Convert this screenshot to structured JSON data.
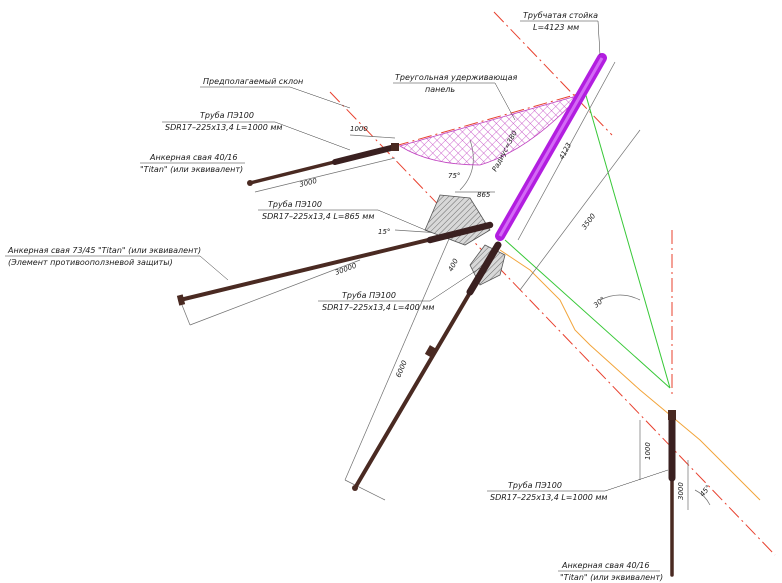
{
  "colors": {
    "background": "#ffffff",
    "rod": "#4a2a22",
    "purple_strut": "#b21ee0",
    "red_dash": "#e8402e",
    "green_line": "#37c837",
    "orange_line": "#f2a43a",
    "dim_line": "#707070",
    "mesh": "#c040c0",
    "hatch": "#8a8a8a"
  },
  "labels": {
    "strut_title": "Трубчатая стойка",
    "strut_length": "L=4123 мм",
    "slope": "Предполагаемый склон",
    "panel_1": "Треугольная удерживающая",
    "panel_2": "панель",
    "pipe_top_1": "Труба ПЭ100",
    "pipe_top_2": "SDR17–225x13,4  L=1000 мм",
    "anchor_left_1": "Анкерная свая 40/16",
    "anchor_left_2": "\"Titan\" (или эквивалент)",
    "pipe_mid_1": "Труба ПЭ100",
    "pipe_mid_2": "SDR17–225x13,4  L=865 мм",
    "anchor_long_1": "Анкерная свая 73/45 \"Titan\" (или эквивалент)",
    "anchor_long_2": "(Элемент противооползневой защиты)",
    "pipe_low_1": "Труба ПЭ100",
    "pipe_low_2": "SDR17–225x13,4  L=400 мм",
    "pipe_right_1": "Труба ПЭ100",
    "pipe_right_2": "SDR17–225x13,4  L=1000 мм",
    "anchor_right_1": "Анкерная свая 40/16",
    "anchor_right_2": "\"Titan\" (или эквивалент)"
  },
  "dimensions": {
    "d1000_top": "1000",
    "d3000_left": "3000",
    "d4123": "4123",
    "d3500": "3500",
    "d865": "865",
    "d400": "400",
    "d30000": "30000",
    "d6000": "6000",
    "d1000_right": "1000",
    "d3000_right": "3000",
    "radius": "Радиус=380",
    "a75": "75°",
    "a15": "15°",
    "a30": "30°",
    "a45": "45°"
  }
}
